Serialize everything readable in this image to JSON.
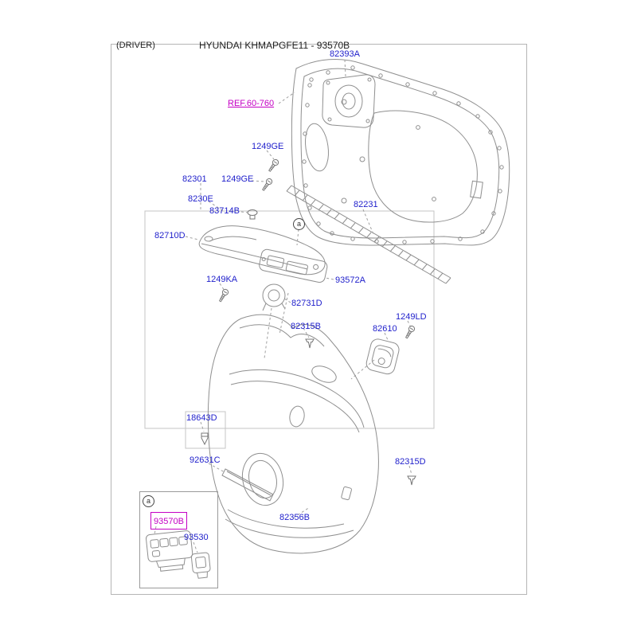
{
  "page": {
    "driver_label": "(DRIVER)",
    "title": "HYUNDAI KHMAPGFE11 - 93570B"
  },
  "colors": {
    "label_blue": "#1e1ecb",
    "ref_magenta": "#c400c4",
    "highlight_magenta": "#c400c4",
    "art_gray": "#8f8f8f",
    "leader_gray": "#a0a0a0"
  },
  "markers": {
    "a": "a"
  },
  "labels": {
    "82393A": "82393A",
    "REF": "REF.60-760",
    "1249GE": "1249GE",
    "82301": "82301",
    "8230E": "8230E",
    "83714B": "83714B",
    "82231": "82231",
    "82710D": "82710D",
    "1249KA": "1249KA",
    "93572A": "93572A",
    "82731D": "82731D",
    "82315B": "82315B",
    "1249LD": "1249LD",
    "82610": "82610",
    "18643D": "18643D",
    "92631C": "92631C",
    "82315D": "82315D",
    "82356B": "82356B",
    "93570B": "93570B",
    "93530": "93530"
  }
}
